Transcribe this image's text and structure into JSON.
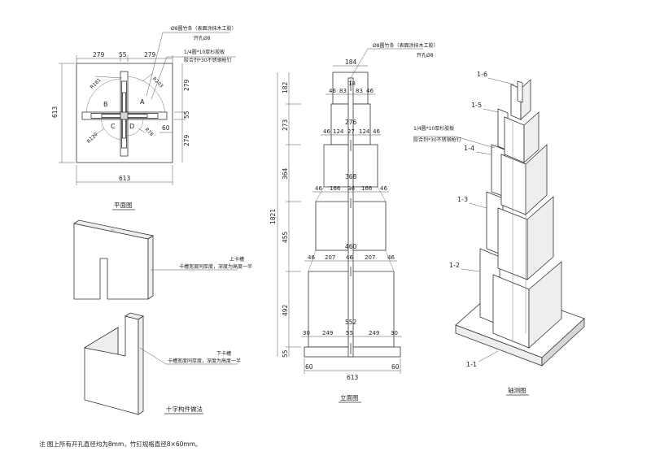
{
  "plan": {
    "title": "平面图",
    "dim_top": [
      "279",
      "55",
      "279"
    ],
    "dim_bottom": "613",
    "dim_left": "613",
    "dim_right": [
      "279",
      "55",
      "279"
    ],
    "dim_60": "60",
    "radii": [
      "R181",
      "R203",
      "R120",
      "R78"
    ],
    "zones": [
      "A",
      "B",
      "C",
      "D"
    ],
    "note_bamboo": "Ø8圆竹条（表面涂抹木工胶）",
    "note_hole": "开孔Ø8",
    "note_board": "1/4圆*10厚杉胶板",
    "note_glue": "胶合剂*30不锈钢枪钉"
  },
  "cross": {
    "title": "十字构件做法",
    "upper_label": "上卡槽",
    "upper_note": "卡槽宽度同厚度，深度为高度一半",
    "lower_label": "下卡槽",
    "lower_note": "卡槽宽度同厚度，深度为高度一半"
  },
  "elevation": {
    "title": "立面图",
    "note_bamboo": "Ø8圆竹条（表面涂抹木工胶）",
    "note_hole": "开孔Ø8",
    "total_height": "1821",
    "heights": [
      "182",
      "273",
      "364",
      "455",
      "492",
      "55"
    ],
    "tier1": [
      "184",
      "18",
      "46",
      "83",
      "83",
      "46"
    ],
    "tier2": [
      "276",
      "46",
      "124",
      "27",
      "124",
      "46"
    ],
    "tier3": [
      "368",
      "46",
      "166",
      "36",
      "166",
      "46"
    ],
    "tier4": [
      "460",
      "46",
      "207",
      "46",
      "207",
      "46"
    ],
    "tier5": [
      "552",
      "30",
      "249",
      "55",
      "249",
      "30"
    ],
    "base": [
      "60",
      "613",
      "60"
    ]
  },
  "axon": {
    "title": "轴测图",
    "labels": [
      "1-6",
      "1-5",
      "1-4",
      "1-3",
      "1-2",
      "1-1"
    ],
    "note_board": "1/4圆*10厚杉胶板",
    "note_glue": "胶合剂*30不锈钢枪钉"
  },
  "footnote": "注  图上所有开孔直径均为8mm，竹钉规格直径8×60mm。"
}
